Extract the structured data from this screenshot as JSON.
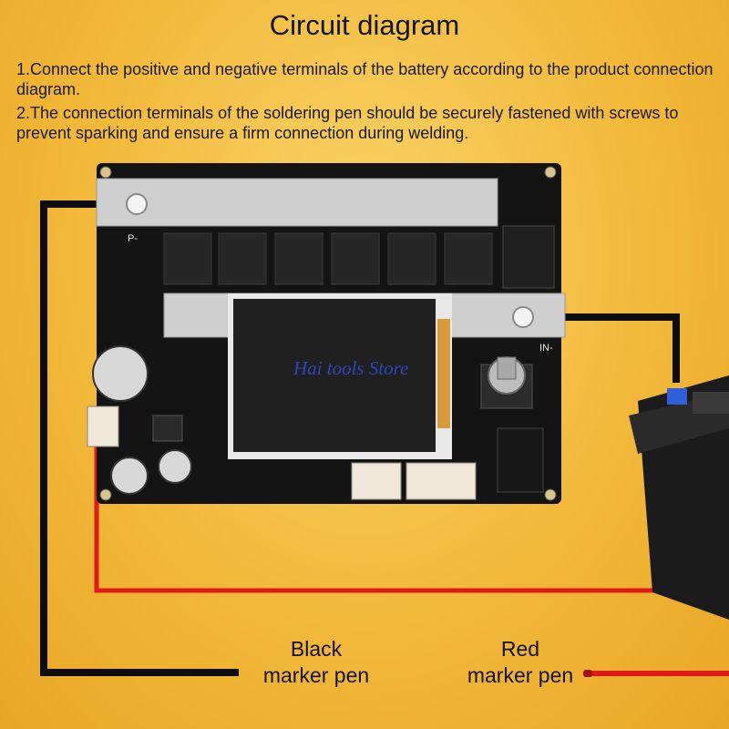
{
  "title": "Circuit diagram",
  "instructions": [
    "1.Connect the positive and negative terminals of the battery according to the product connection diagram.",
    "2.The connection terminals of the soldering pen should be securely fastened with screws to prevent sparking and ensure a firm connection during welding."
  ],
  "labels": {
    "black_pen_line1": "Black",
    "black_pen_line2": "marker pen",
    "red_pen_line1": "Red",
    "red_pen_line2": "marker pen"
  },
  "board_marks": {
    "p_minus": "P-",
    "in_minus": "IN-"
  },
  "watermark": "Hai tools Store",
  "colors": {
    "background": "#f2b93a",
    "board": "#141414",
    "copper_bar": "#cfcfcf",
    "black_wire": "#0d0d0d",
    "red_wire": "#e11919",
    "screen": "#202020"
  }
}
